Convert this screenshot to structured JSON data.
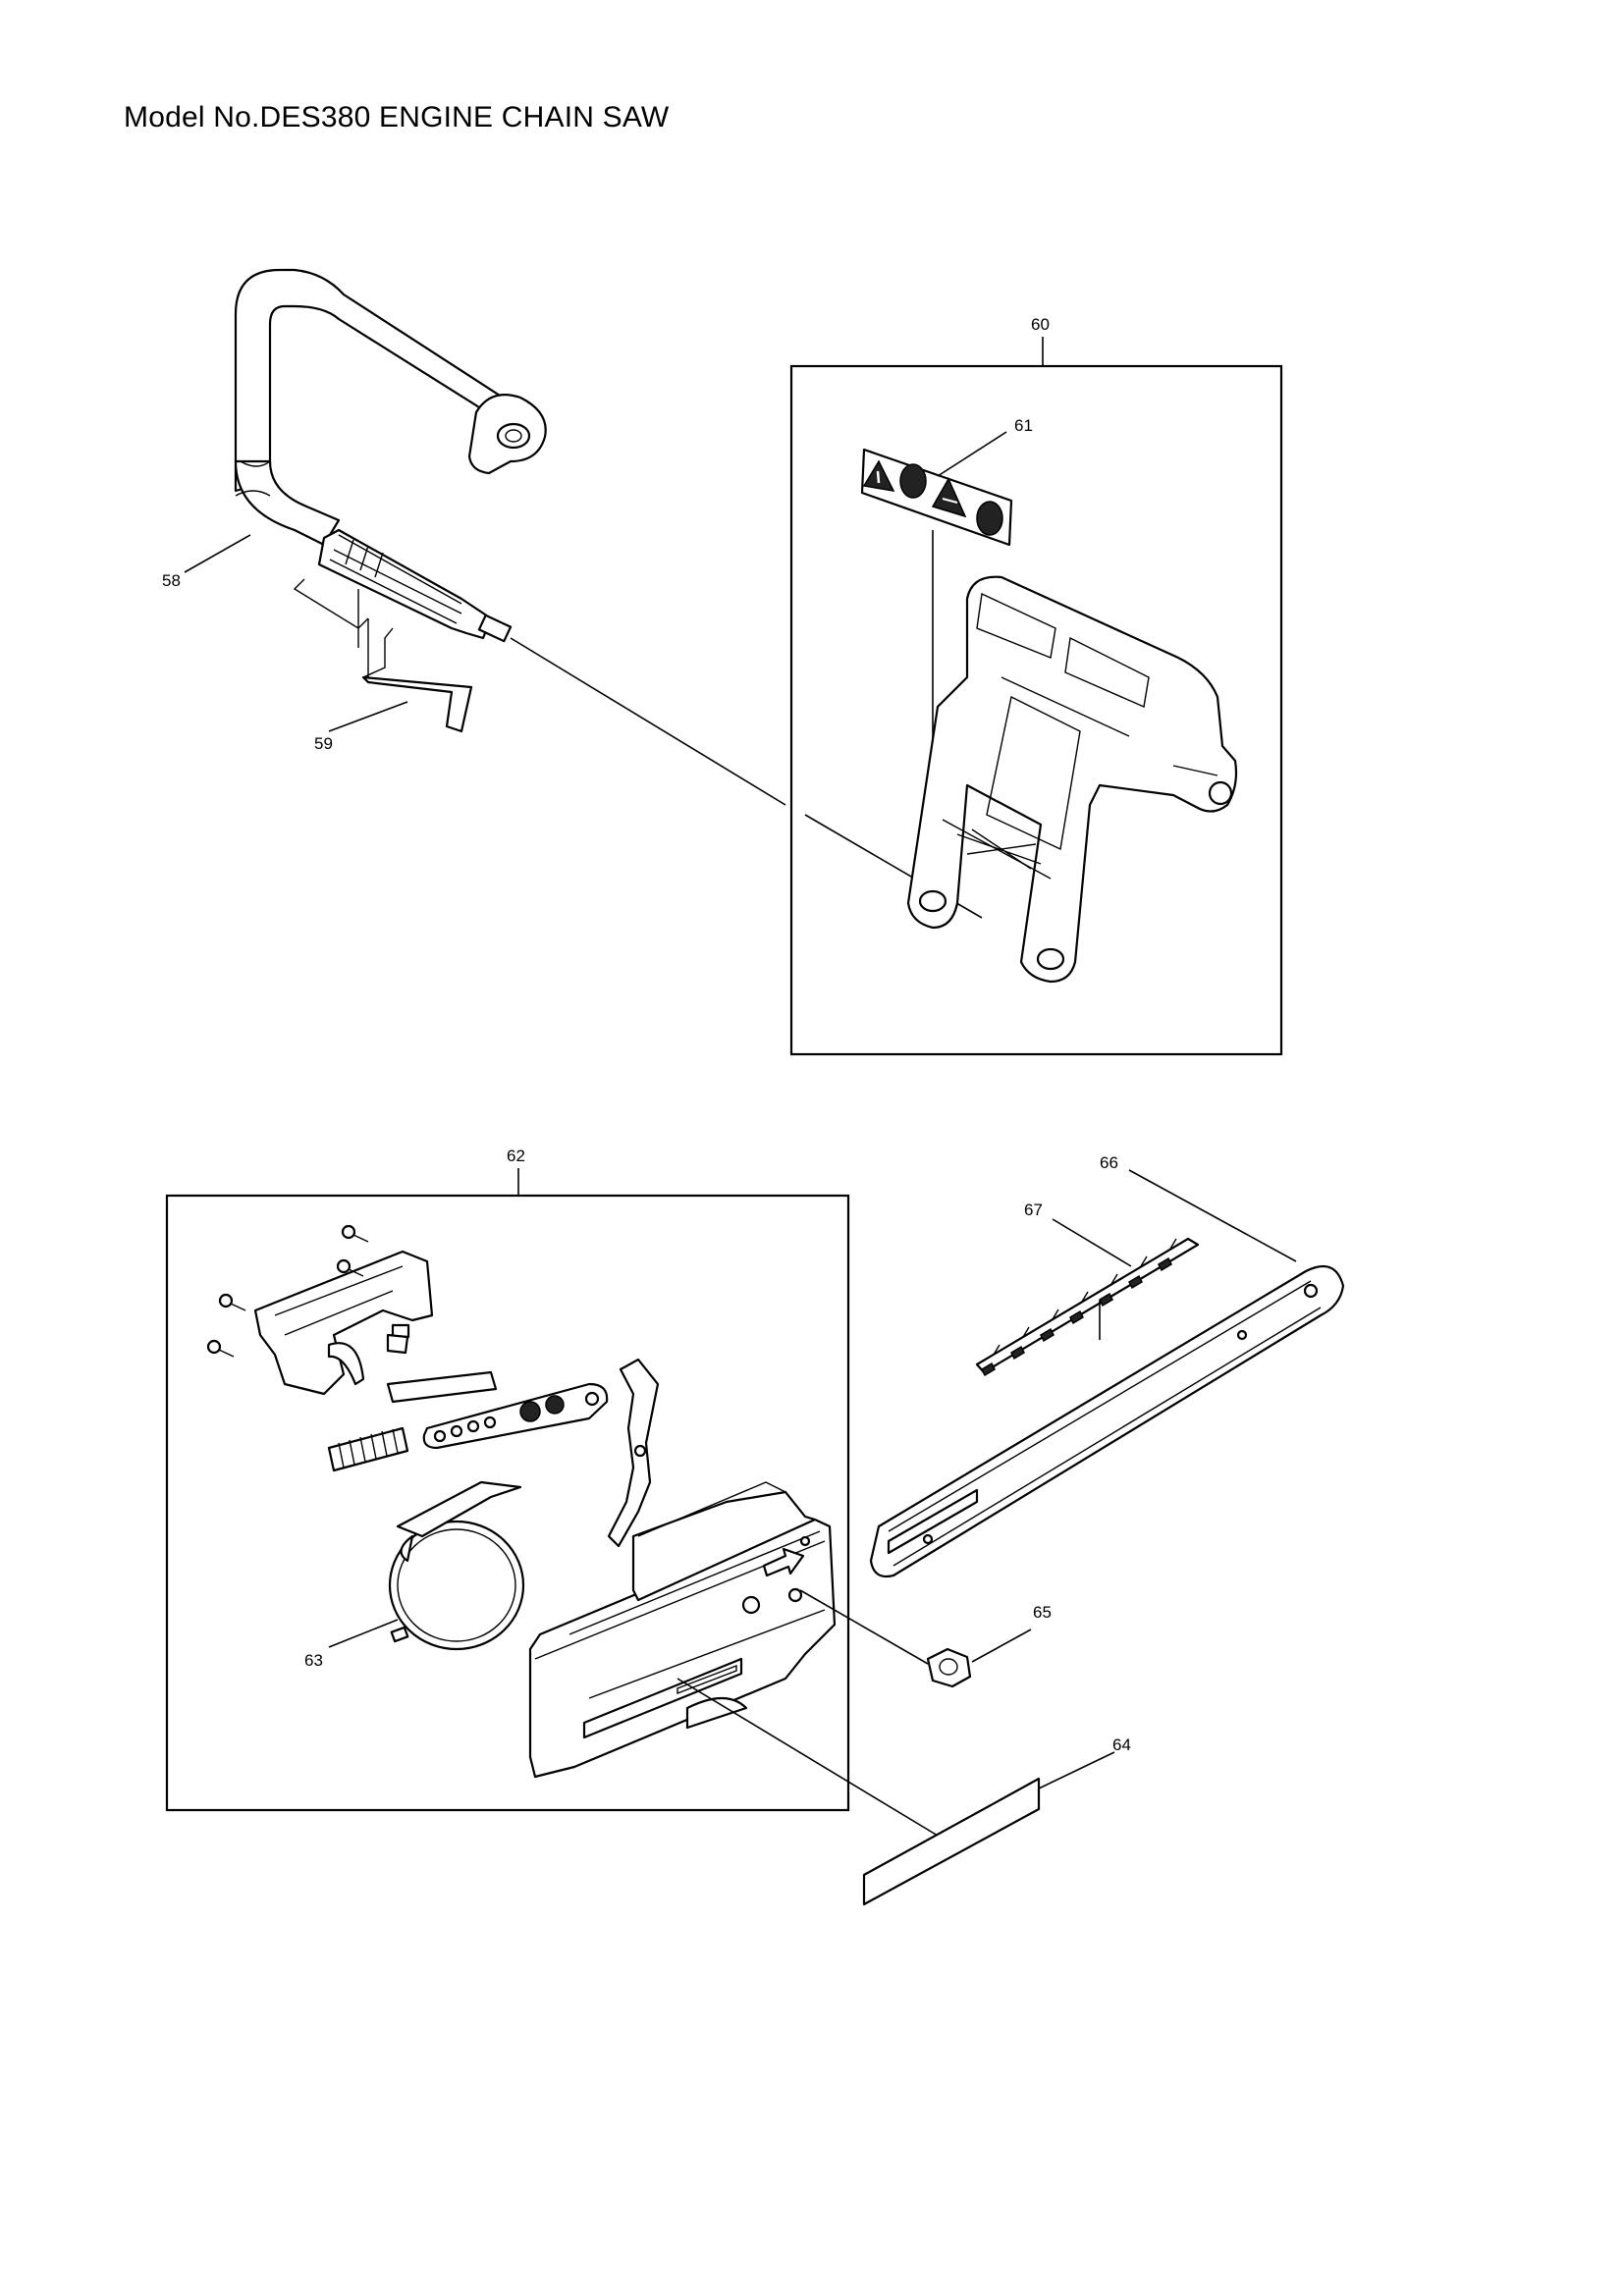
{
  "page": {
    "title": "Model No.DES380 ENGINE CHAIN SAW"
  },
  "callouts": [
    {
      "id": "58",
      "text": "58",
      "part": "front-handle"
    },
    {
      "id": "59",
      "text": "59",
      "part": "handle-insulator"
    },
    {
      "id": "60",
      "text": "60",
      "part": "hand-guard-assembly"
    },
    {
      "id": "61",
      "text": "61",
      "part": "warning-label"
    },
    {
      "id": "62",
      "text": "62",
      "part": "sprocket-guard-assembly"
    },
    {
      "id": "63",
      "text": "63",
      "part": "brake-band"
    },
    {
      "id": "64",
      "text": "64",
      "part": "name-plate"
    },
    {
      "id": "65",
      "text": "65",
      "part": "flange-nut"
    },
    {
      "id": "66",
      "text": "66",
      "part": "guide-bar"
    },
    {
      "id": "67",
      "text": "67",
      "part": "saw-chain"
    }
  ],
  "icons": [
    "warning-triangle-icon",
    "read-manual-icon",
    "kickback-warning-icon",
    "ear-protection-icon",
    "direction-arrow-icon"
  ]
}
